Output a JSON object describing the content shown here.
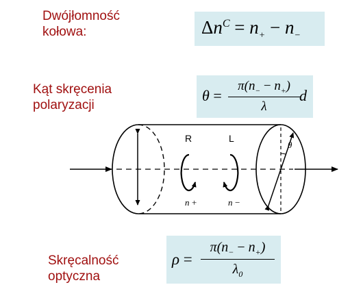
{
  "labels": {
    "birefringence": [
      "Dwójłomność",
      "kołowa:"
    ],
    "rotation_angle": [
      "Kąt skręcenia",
      "polaryzacji"
    ],
    "optical_activity": [
      "Skręcalność",
      "optyczna"
    ]
  },
  "diagram": {
    "right_label": "R",
    "left_label": "L",
    "n_plus": "n +",
    "n_minus": "n −",
    "theta": "θ"
  },
  "colors": {
    "label_text": "#a01010",
    "formula_bg": "#d8ecf0"
  }
}
